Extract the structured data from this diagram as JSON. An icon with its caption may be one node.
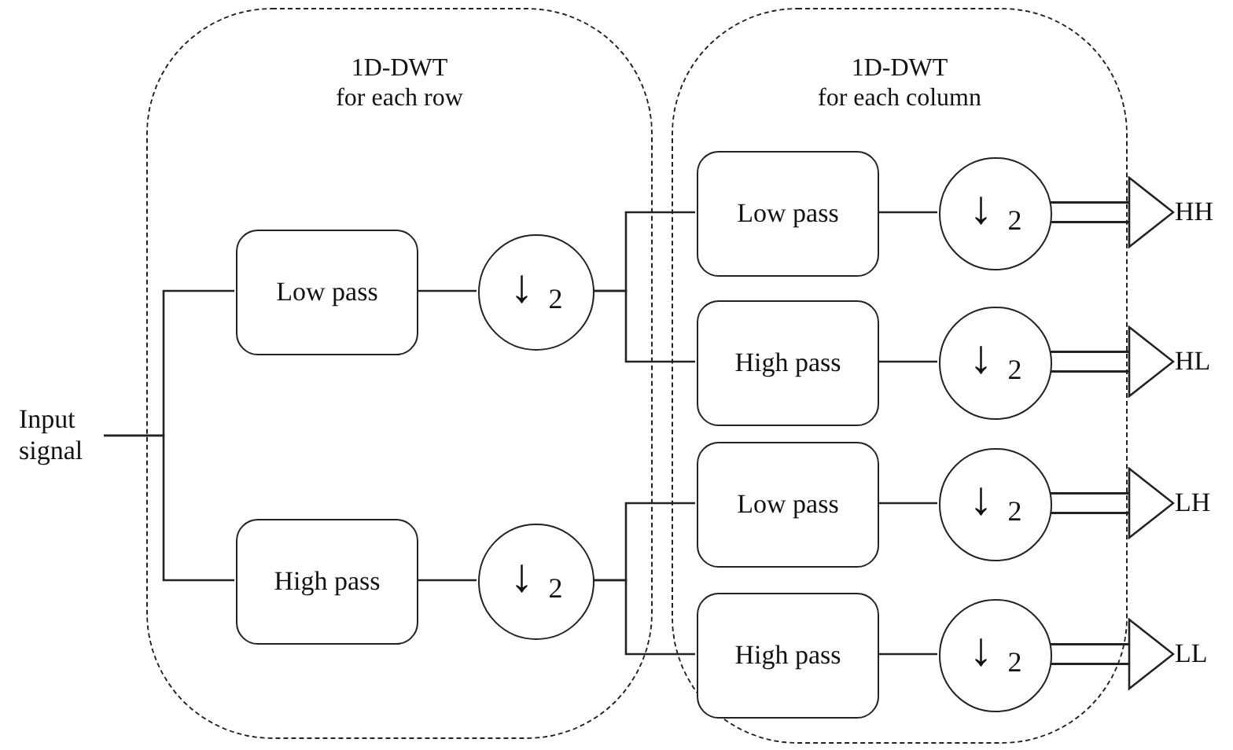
{
  "diagram": {
    "nodes": [
      {
        "text": [
          "1D-DWT for each row"
        ]
      },
      {
        "text": [
          "1D-DWT for each column"
        ]
      },
      {
        "text": [
          "Input signal"
        ]
      },
      {
        "text": [
          "Low pass"
        ],
        "in": 0
      },
      {
        "text": [
          "↓ $_{2}$"
        ],
        "in": 0
      },
      {
        "text": [
          "High pass"
        ],
        "in": 0
      },
      {
        "text": [
          "↓ $_{2}$"
        ],
        "in": 0
      },
      {
        "text": [
          "Low pass"
        ],
        "in": 1
      },
      {
        "text": [
          "↓ $_{2}$"
        ],
        "in": 1
      },
      {
        "text": [
          "High pass"
        ],
        "in": 1
      },
      {
        "text": [
          "↓ $_{2}$"
        ],
        "in": 1
      },
      {
        "text": [
          "Low pass"
        ],
        "in": 1
      },
      {
        "text": [
          "↓ $_{2}$"
        ],
        "in": 1
      },
      {
        "text": [
          "High pass"
        ],
        "in": 1
      },
      {
        "text": [
          "↓ $_{2}$"
        ],
        "in": 1
      },
      {
        "text": [
          "HH"
        ]
      },
      {
        "text": [
          "HL"
        ]
      },
      {
        "text": [
          "LH"
        ]
      },
      {
        "text": [
          "LL"
        ]
      }
    ],
    "edges": [
      {
        "from": 2,
        "to": 3,
        "arrow": "none"
      },
      {
        "from": 2,
        "to": 5,
        "arrow": "none"
      },
      {
        "from": 3,
        "to": 4,
        "arrow": "none"
      },
      {
        "from": 5,
        "to": 6,
        "arrow": "none"
      },
      {
        "from": 4,
        "to": 7,
        "arrow": "none"
      },
      {
        "from": 4,
        "to": 9,
        "arrow": "none"
      },
      {
        "from": 6,
        "to": 11,
        "arrow": "none"
      },
      {
        "from": 6,
        "to": 13,
        "arrow": "none"
      },
      {
        "from": 7,
        "to": 8,
        "arrow": "none"
      },
      {
        "from": 9,
        "to": 10,
        "arrow": "none"
      },
      {
        "from": 11,
        "to": 12,
        "arrow": "none"
      },
      {
        "from": 13,
        "to": 14,
        "arrow": "none"
      },
      {
        "from": 8,
        "to": 15,
        "arrow": "to",
        "style": "thick"
      },
      {
        "from": 10,
        "to": 16,
        "arrow": "to",
        "style": "thick"
      },
      {
        "from": 12,
        "to": 17,
        "arrow": "to",
        "style": "thick"
      },
      {
        "from": 14,
        "to": 18,
        "arrow": "to",
        "style": "thick"
      }
    ]
  }
}
